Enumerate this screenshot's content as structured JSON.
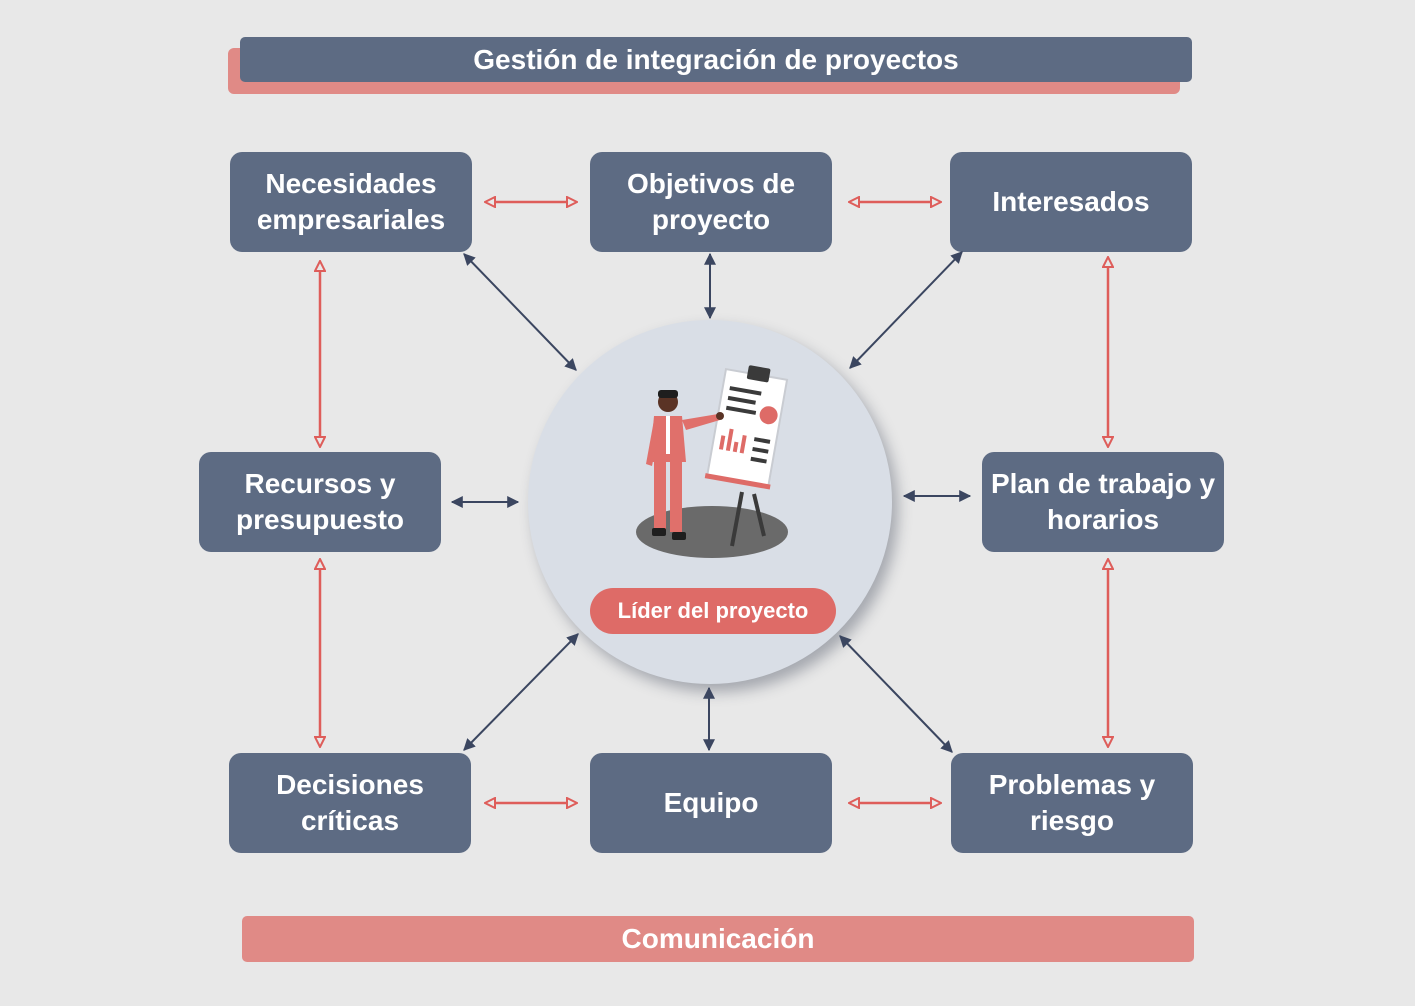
{
  "title": "Gestión de integración de proyectos",
  "footer": "Comunicación",
  "center": {
    "label": "Líder del proyecto"
  },
  "nodes": {
    "necesidades": "Necesidades empresariales",
    "objetivos": "Objetivos de proyecto",
    "interesados": "Interesados",
    "recursos": "Recursos y presupuesto",
    "plan": "Plan de trabajo y horarios",
    "decisiones": "Decisiones críticas",
    "equipo": "Equipo",
    "problemas": "Problemas y riesgo"
  },
  "colors": {
    "box": "#5d6b83",
    "accent": "#e08a86",
    "arrow_red": "#de5d5a",
    "arrow_dark": "#3b4660",
    "background": "#e8e8e8"
  },
  "icons": [
    "presenter-illustration-icon"
  ]
}
